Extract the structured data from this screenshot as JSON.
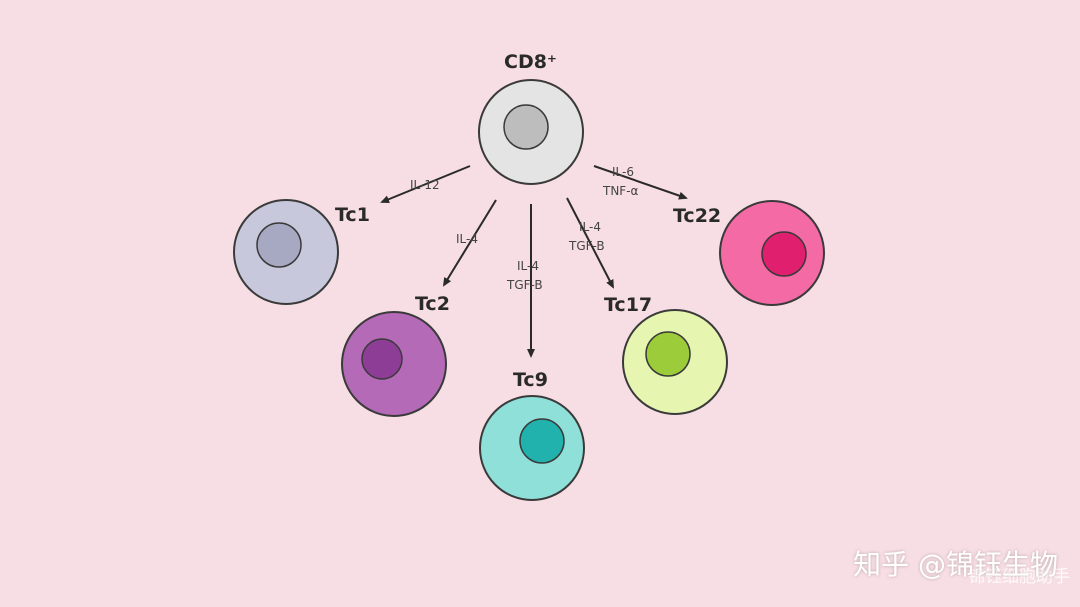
{
  "colors": {
    "background": "#f7dde4",
    "arrow": "#2a2a2a",
    "cell_outline": "#3a3a3a"
  },
  "cells": {
    "cd8": {
      "label": "CD8⁺",
      "membrane": "#e4e4e4",
      "nucleus": "#bdbdbd"
    },
    "tc1": {
      "label": "Tc1",
      "membrane": "#c8c8dc",
      "nucleus": "#a7a8c2"
    },
    "tc2": {
      "label": "Tc2",
      "membrane": "#b56ab8",
      "nucleus": "#8e3d96"
    },
    "tc9": {
      "label": "Tc9",
      "membrane": "#8fe0d8",
      "nucleus": "#22b2ad",
      "label_color": "#1d4a3a"
    },
    "tc17": {
      "label": "Tc17",
      "membrane": "#e6f5b0",
      "nucleus": "#9ccc3a"
    },
    "tc22": {
      "label": "Tc22",
      "membrane": "#f46aa5",
      "nucleus": "#e0206e"
    }
  },
  "cytokines": {
    "to_tc1": [
      "IL-12"
    ],
    "to_tc2": [
      "IL-4"
    ],
    "to_tc9": [
      "IL-4",
      "TGF-B"
    ],
    "to_tc17": [
      "IL-4",
      "TGF-B"
    ],
    "to_tc22": [
      "IL-6",
      "TNF-α"
    ]
  },
  "watermark": {
    "main": "知乎 @锦钰生物",
    "sub": "锦钰细胞助手"
  }
}
